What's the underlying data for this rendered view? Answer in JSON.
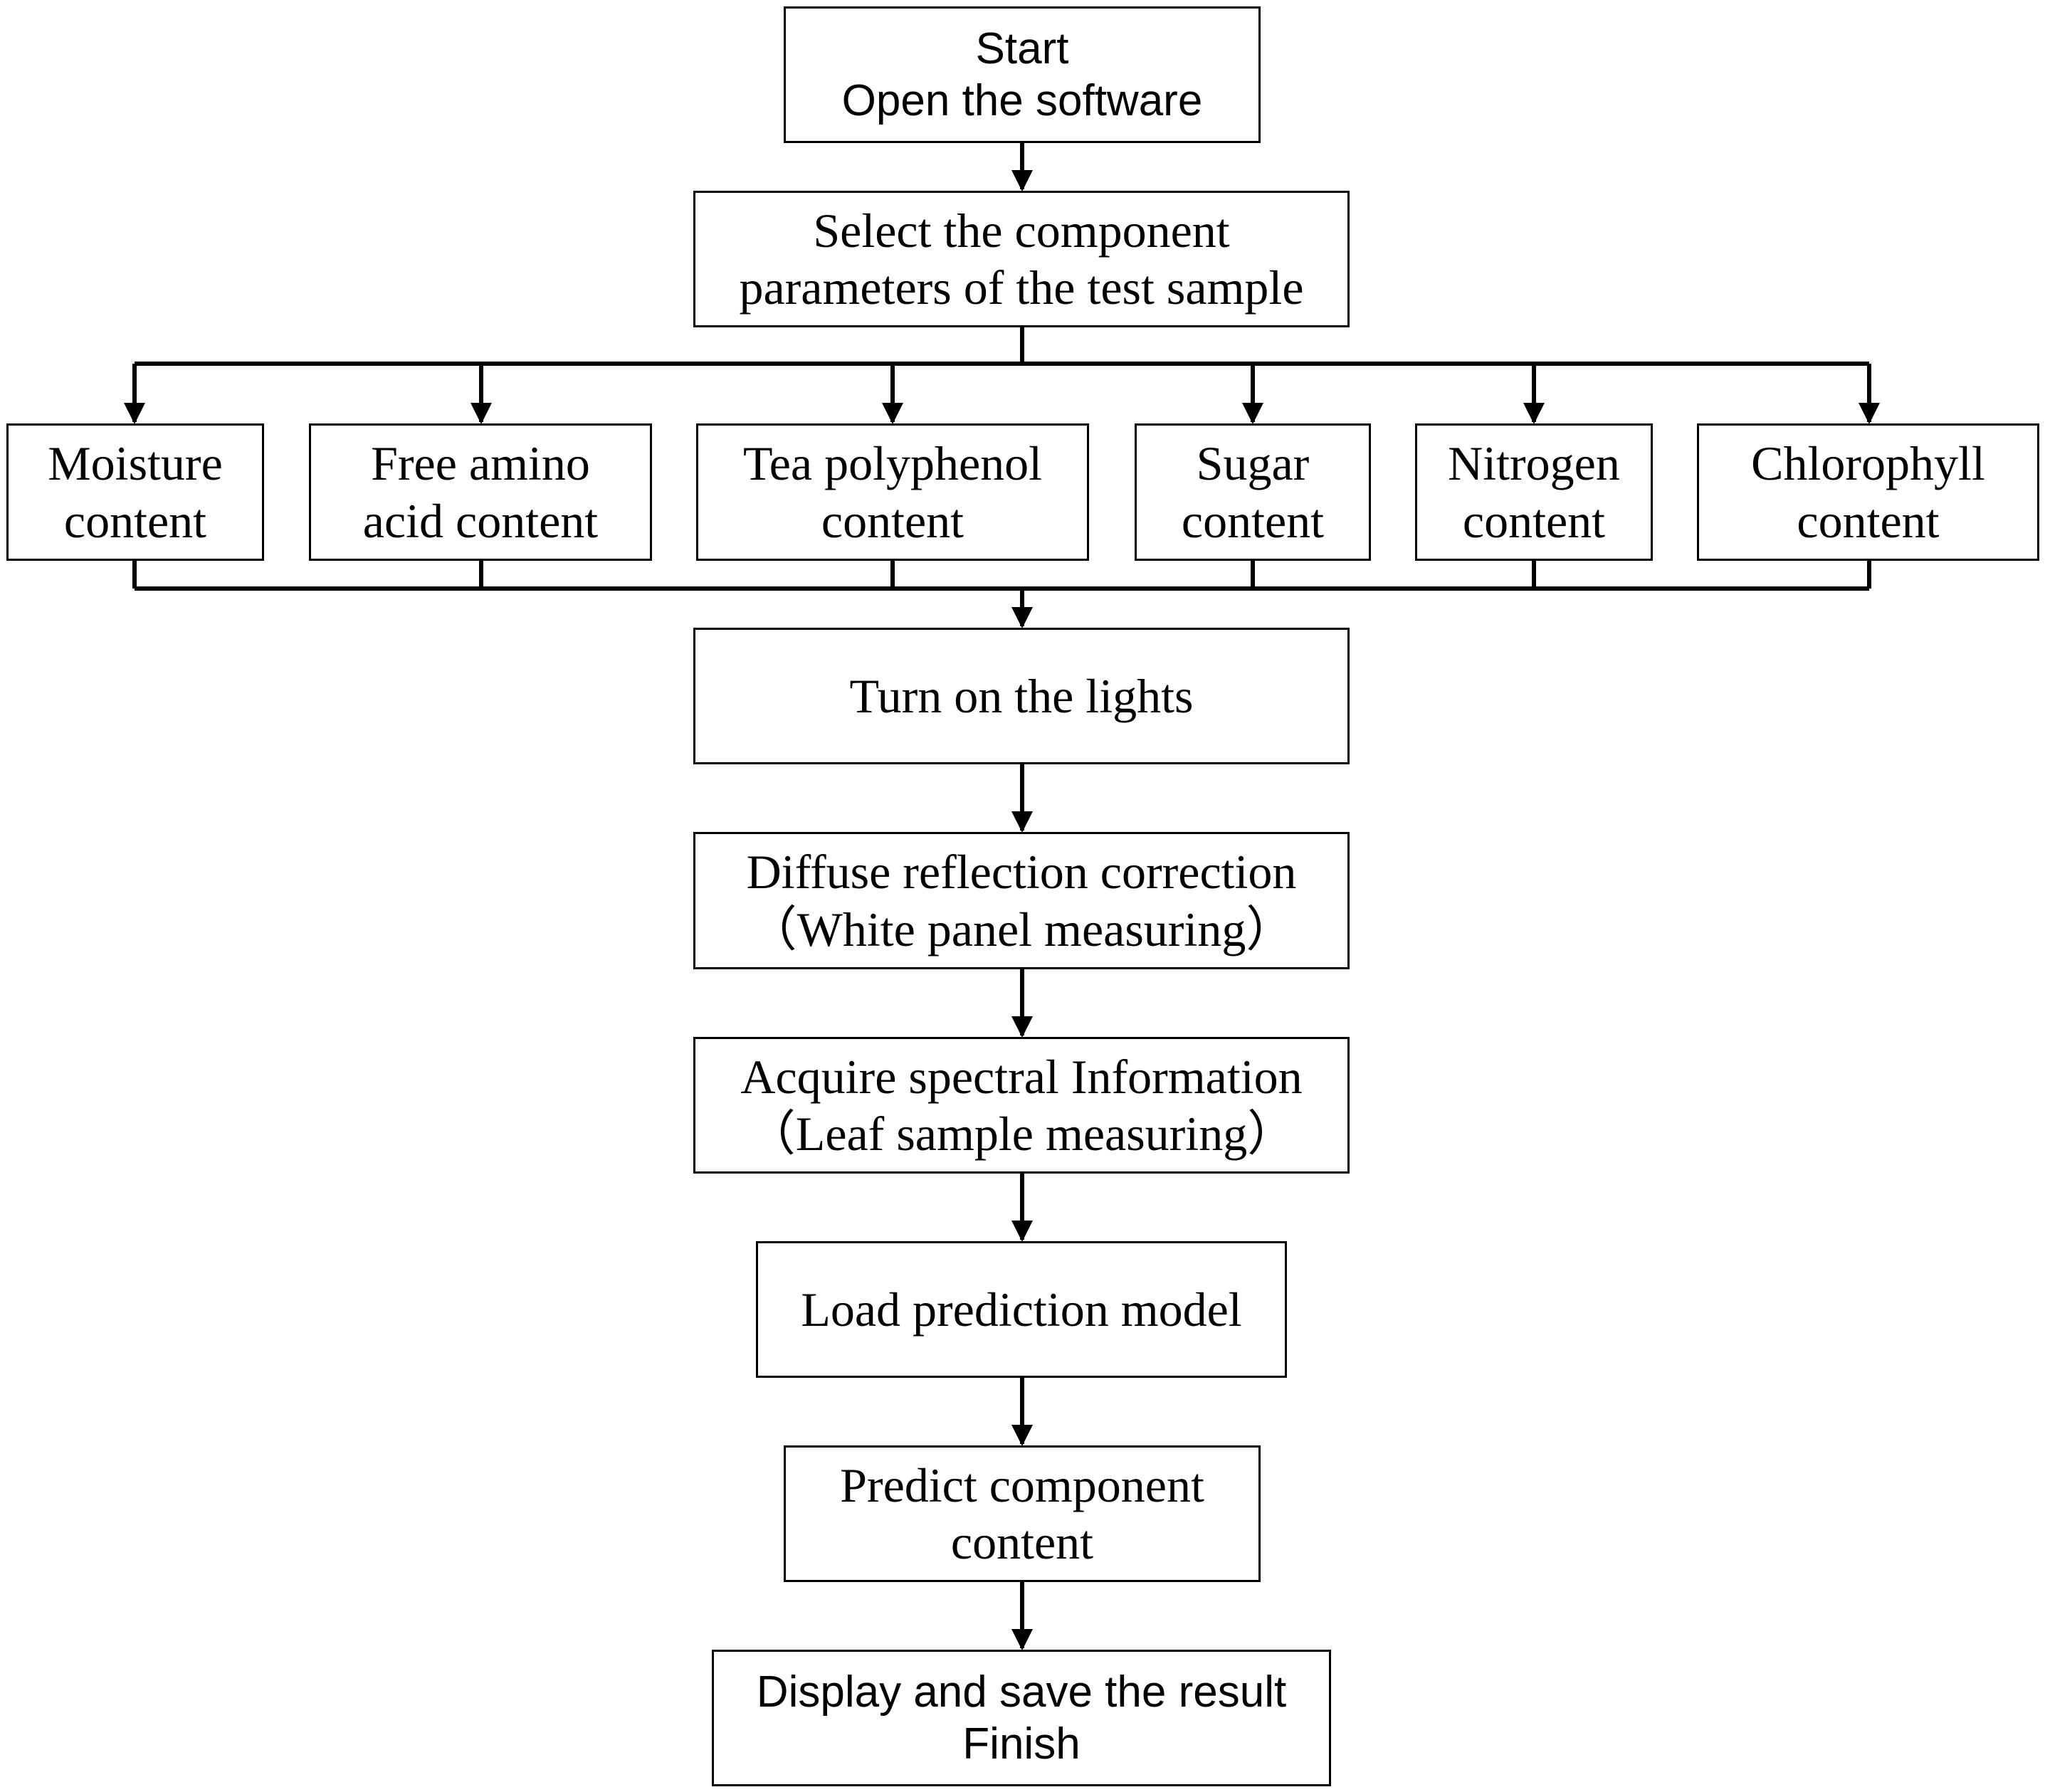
{
  "start": {
    "line1": "Start",
    "line2": "Open the software"
  },
  "select": {
    "line1": "Select the component",
    "line2": "parameters of the test sample"
  },
  "components": [
    {
      "line1": "Moisture",
      "line2": "content"
    },
    {
      "line1": "Free amino",
      "line2": "acid content"
    },
    {
      "line1": "Tea polyphenol",
      "line2": "content"
    },
    {
      "line1": "Sugar",
      "line2": "content"
    },
    {
      "line1": "Nitrogen",
      "line2": "content"
    },
    {
      "line1": "Chlorophyll",
      "line2": "content"
    }
  ],
  "lights": {
    "line1": "Turn on the lights"
  },
  "diffuse": {
    "line1": "Diffuse reflection correction",
    "line2": "（White panel measuring）"
  },
  "acquire": {
    "line1": "Acquire spectral Information",
    "line2": "（Leaf sample measuring）"
  },
  "load": {
    "line1": "Load prediction model"
  },
  "predict": {
    "line1": "Predict component",
    "line2": "content"
  },
  "finish": {
    "line1": "Display and save the result",
    "line2": "Finish"
  }
}
